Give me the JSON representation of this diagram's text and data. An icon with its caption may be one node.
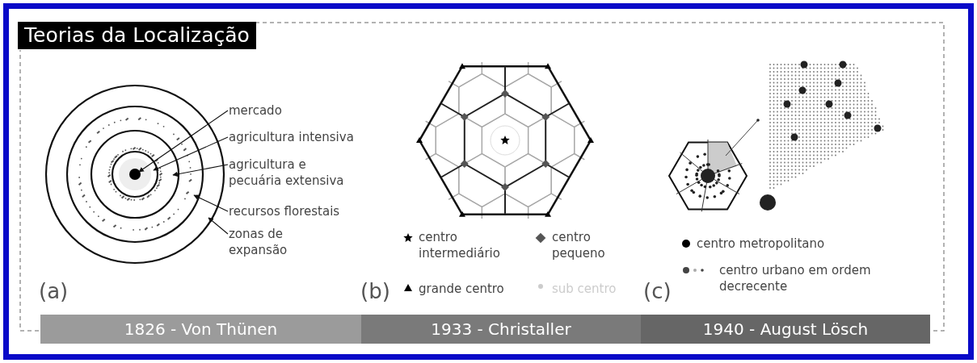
{
  "diagram": {
    "title": "Teorias da Localização",
    "nodes": [
      {
        "text": [
          "mercado"
        ]
      },
      {
        "text": [
          "agricultura intensiva"
        ]
      },
      {
        "text": [
          "agricultura e pecuária extensiva"
        ]
      },
      {
        "text": [
          "recursos florestais"
        ]
      },
      {
        "text": [
          "zonas de expansão"
        ]
      },
      {
        "text": [],
        "shape": "circle",
        "in": 6
      },
      {
        "text": [],
        "shape": "circle",
        "in": 7
      },
      {
        "text": [],
        "shape": "circle",
        "in": 8
      },
      {
        "text": [],
        "shape": "circle",
        "in": 9
      },
      {
        "text": [],
        "shape": "circle"
      }
    ],
    "edges": [
      {
        "from": 0,
        "to": 5,
        "arrow": "to"
      },
      {
        "from": 1,
        "to": 6,
        "arrow": "to"
      },
      {
        "from": 2,
        "to": 7,
        "arrow": "to"
      },
      {
        "from": 3,
        "to": 8,
        "arrow": "to"
      },
      {
        "from": 4,
        "to": 9,
        "arrow": "to"
      }
    ],
    "labels": [
      "(a)",
      "(b)",
      "(c)",
      "1826 - Von Thünen",
      "1933 - Christaller",
      "1940 - August Lösch"
    ],
    "legend": [
      {
        "text": "centro intermediário"
      },
      {
        "text": "centro pequeno"
      },
      {
        "text": "grande centro"
      },
      {
        "text": "sub centro"
      },
      {
        "text": "centro metropolitano"
      },
      {
        "text": "centro urbano em ordem decrecente"
      }
    ]
  }
}
